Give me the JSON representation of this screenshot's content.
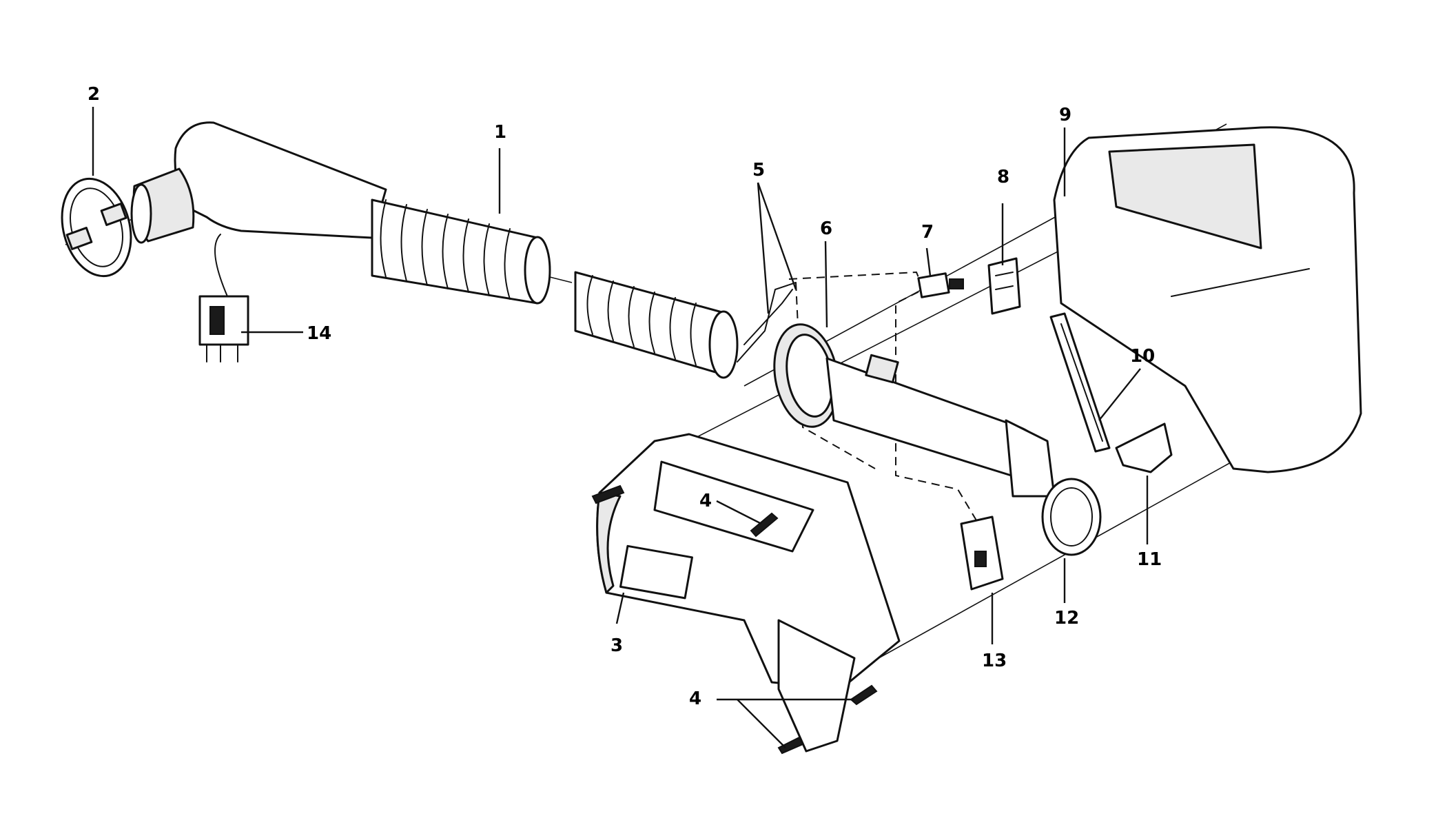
{
  "callouts": [
    {
      "id": "1",
      "text": "1"
    },
    {
      "id": "2",
      "text": "2"
    },
    {
      "id": "3",
      "text": "3"
    },
    {
      "id": "4a",
      "text": "4"
    },
    {
      "id": "4b",
      "text": "4"
    },
    {
      "id": "5",
      "text": "5"
    },
    {
      "id": "6",
      "text": "6"
    },
    {
      "id": "7",
      "text": "7"
    },
    {
      "id": "8",
      "text": "8"
    },
    {
      "id": "9",
      "text": "9"
    },
    {
      "id": "10",
      "text": "10"
    },
    {
      "id": "11",
      "text": "11"
    },
    {
      "id": "12",
      "text": "12"
    },
    {
      "id": "13",
      "text": "13"
    },
    {
      "id": "14",
      "text": "14"
    }
  ]
}
